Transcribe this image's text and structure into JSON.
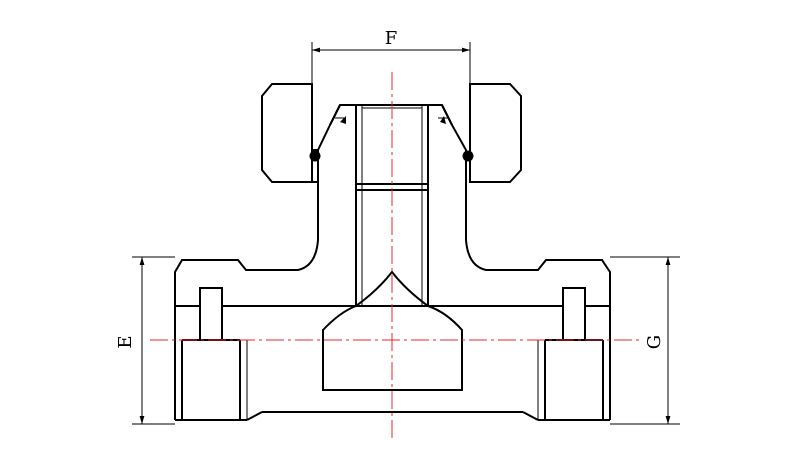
{
  "dimensions": {
    "top_width": "F",
    "left_height": "E",
    "right_height": "G"
  },
  "colors": {
    "outline": "#000000",
    "centerline": "#e8242b",
    "background": "#ffffff"
  }
}
